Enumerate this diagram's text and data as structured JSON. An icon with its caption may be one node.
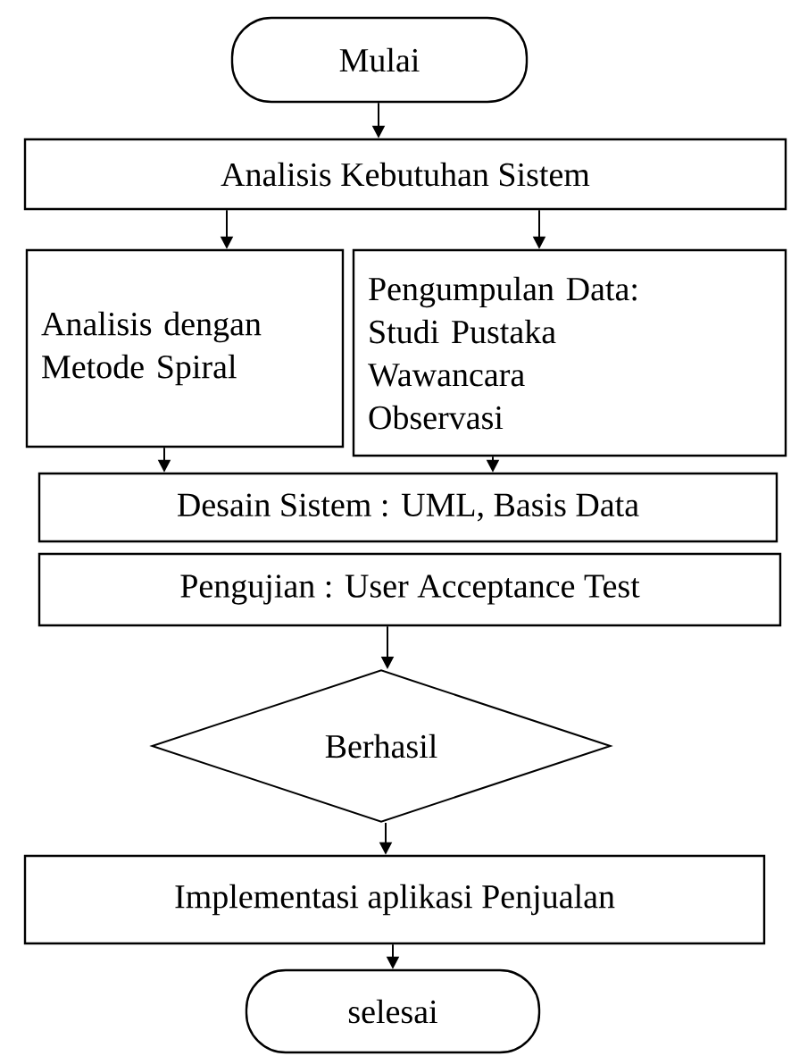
{
  "diagram": {
    "nodes": [
      {
        "text": [
          "Mulai"
        ]
      },
      {
        "text": [
          "Analisis Kebutuhan Sistem"
        ]
      },
      {
        "text": [
          "Analisis dengan Metode Spiral"
        ]
      },
      {
        "text": [
          "Pengumpulan Data:",
          "Studi Pustaka",
          "Wawancara",
          "Observasi"
        ]
      },
      {
        "text": [
          "Desain Sistem : UML, Basis Data"
        ]
      },
      {
        "text": [
          "Pengujian : User Acceptance Test"
        ]
      },
      {
        "text": [
          "Berhasil"
        ]
      },
      {
        "text": [
          "Implementasi aplikasi Penjualan"
        ]
      },
      {
        "text": [
          "selesai"
        ]
      }
    ],
    "edges": [
      {
        "from": 0,
        "to": 1,
        "arrow": "to"
      },
      {
        "from": 1,
        "to": 2,
        "arrow": "to"
      },
      {
        "from": 1,
        "to": 3,
        "arrow": "to"
      },
      {
        "from": 2,
        "to": 4,
        "arrow": "to"
      },
      {
        "from": 3,
        "to": 4,
        "arrow": "to"
      },
      {
        "from": 5,
        "to": 6,
        "arrow": "to"
      },
      {
        "from": 6,
        "to": 7,
        "arrow": "to"
      },
      {
        "from": 7,
        "to": 8,
        "arrow": "to"
      }
    ]
  }
}
